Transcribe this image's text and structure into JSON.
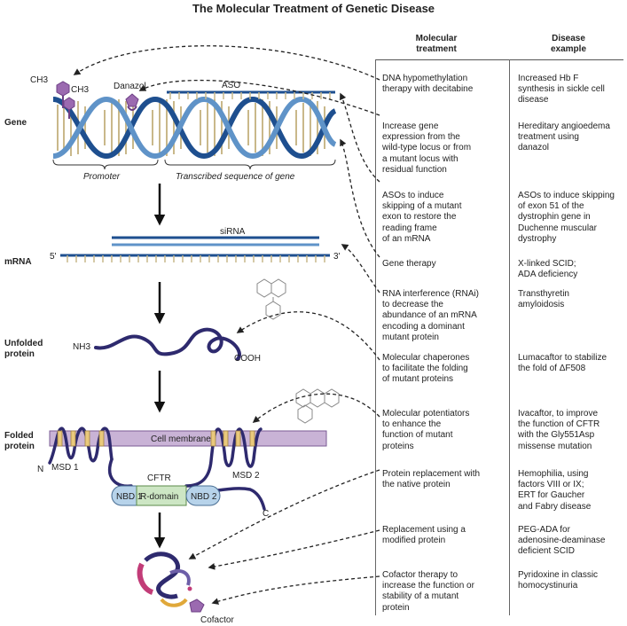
{
  "title": "The Molecular Treatment of Genetic Disease",
  "headers": {
    "treatment": "Molecular\ntreatment",
    "disease": "Disease\nexample"
  },
  "levels": [
    "Gene",
    "mRNA",
    "Unfolded\nprotein",
    "Folded\nprotein"
  ],
  "diagram_labels": {
    "ch3_a": "CH3",
    "ch3_b": "CH3",
    "danazol": "Danazol",
    "aso": "ASO",
    "promoter": "Promoter",
    "transcribed": "Transcribed sequence of gene",
    "sirna": "siRNA",
    "five_prime": "5'",
    "three_prime": "3'",
    "nh3": "NH3",
    "cooh": "COOH",
    "cell_membrane": "Cell membrane",
    "msd1": "MSD 1",
    "msd2": "MSD 2",
    "cftr": "CFTR",
    "nbd1": "NBD 1",
    "rdomain": "R-domain",
    "nbd2": "NBD 2",
    "n_term": "N",
    "c_term": "C",
    "cofactor": "Cofactor"
  },
  "rows": [
    {
      "treatment": "DNA hypomethylation\ntherapy with decitabine",
      "disease": "Increased Hb F\nsynthesis in sickle cell\ndisease"
    },
    {
      "treatment": "Increase gene\nexpression from the\nwild-type locus or from\na mutant locus with\nresidual function",
      "disease": "Hereditary angioedema\ntreatment using\ndanazol"
    },
    {
      "treatment": "ASOs to induce\nskipping of a mutant\nexon to restore the\nreading frame\nof an mRNA",
      "disease": "ASOs to induce skipping\nof exon 51 of the\ndystrophin gene in\nDuchenne muscular\ndystrophy"
    },
    {
      "treatment": "Gene therapy",
      "disease": "X-linked SCID;\nADA deficiency"
    },
    {
      "treatment": "RNA interference (RNAi)\nto decrease the\nabundance of an mRNA\nencoding a dominant\nmutant protein",
      "disease": "Transthyretin\namyloidosis"
    },
    {
      "treatment": "Molecular chaperones\nto facilitate the folding\nof mutant proteins",
      "disease": "Lumacaftor to stabilize\nthe fold of ΔF508"
    },
    {
      "treatment": "Molecular potentiators\nto enhance the\nfunction of mutant\nproteins",
      "disease": "Ivacaftor, to improve\nthe function of CFTR\nwith the Gly551Asp\nmissense mutation"
    },
    {
      "treatment": "Protein replacement with\nthe native protein",
      "disease": "Hemophilia, using\nfactors VIII or IX;\nERT for Gaucher\nand Fabry disease"
    },
    {
      "treatment": "Replacement using a\nmodified protein",
      "disease": "PEG-ADA for\nadenosine-deaminase\ndeficient SCID"
    },
    {
      "treatment": "Cofactor therapy to\nincrease the function or\nstability of a mutant\nprotein",
      "disease": "Pyridoxine in classic\nhomocystinuria"
    }
  ]
}
